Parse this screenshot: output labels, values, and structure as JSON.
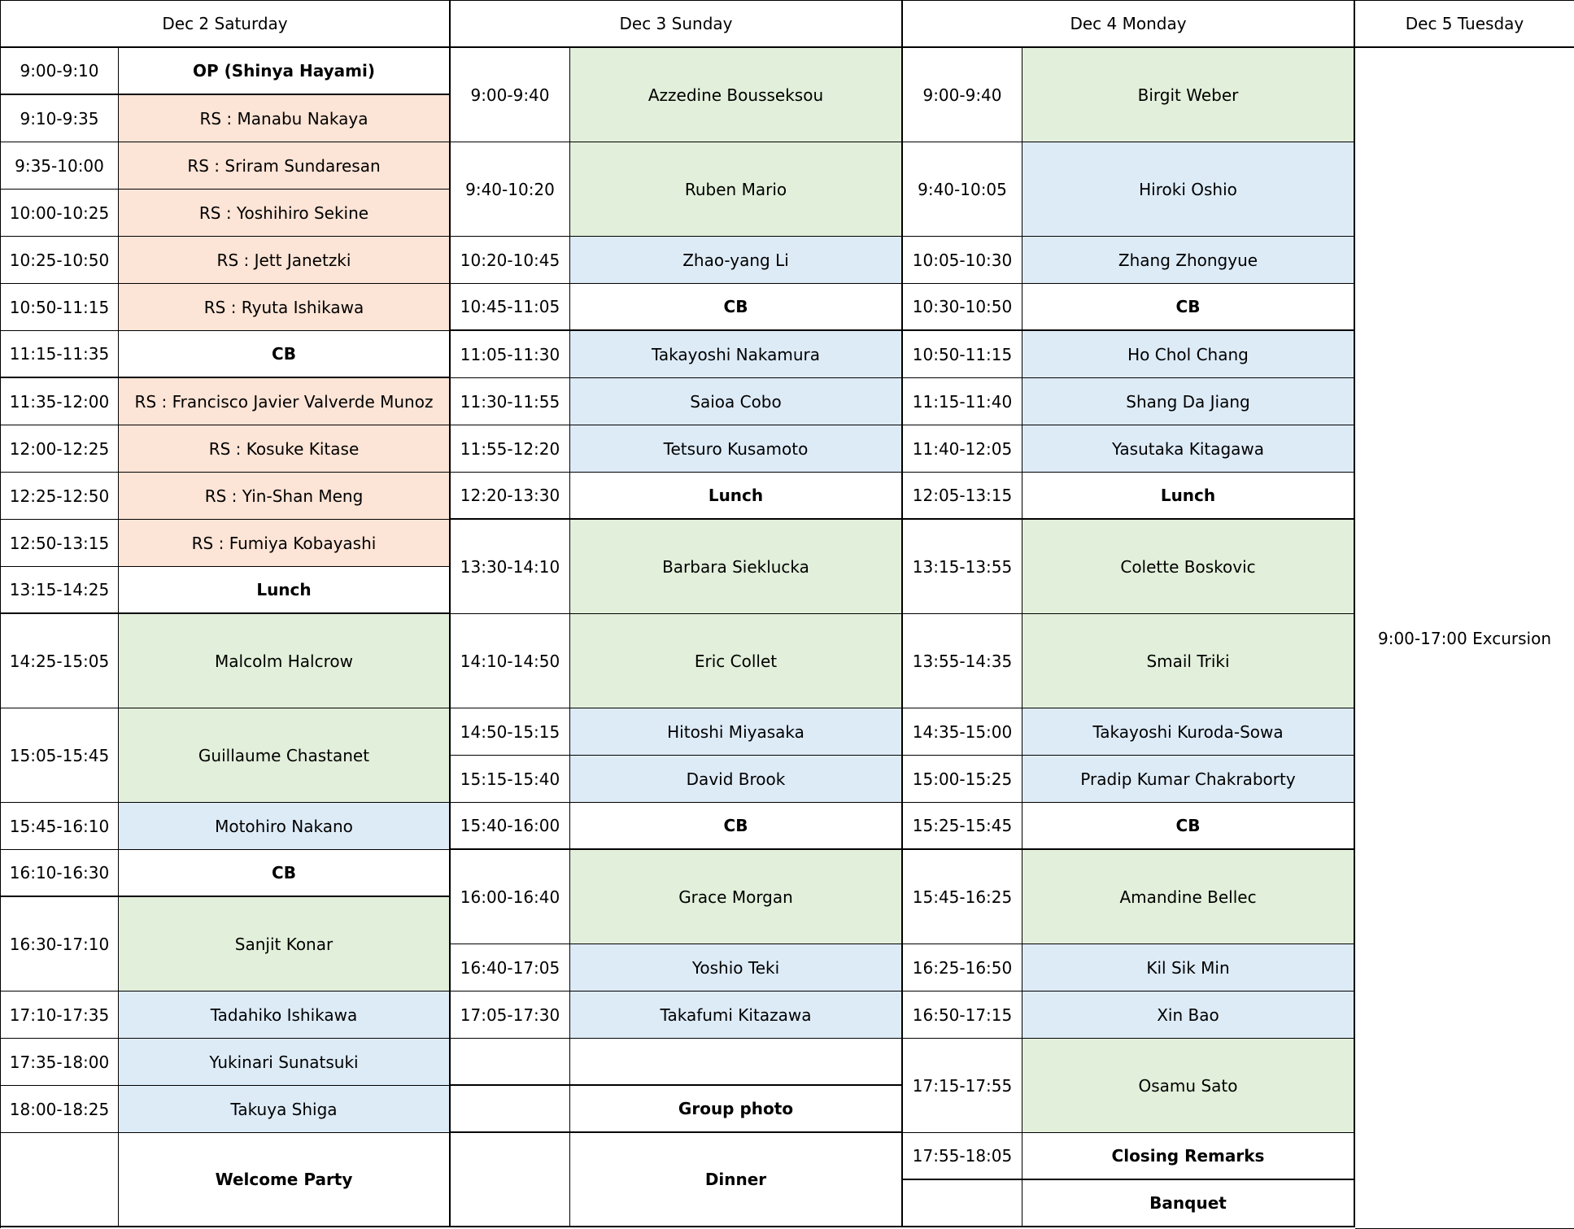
{
  "headers": [
    "Dec 2 Saturday",
    "Dec 3 Sunday",
    "Dec 4 Monday",
    "Dec 5 Tuesday"
  ],
  "colors": {
    "rs": "#fce4d6",
    "long_talk": "#e2efda",
    "short_talk": "#ddebf7",
    "break": "#ffffff"
  },
  "days": [
    {
      "rows": [
        {
          "time": "9:00-9:10",
          "title": "OP (Shinya Hayami)",
          "kind": "break",
          "span": 1
        },
        {
          "time": "9:10-9:35",
          "title": "RS : Manabu Nakaya",
          "kind": "rs",
          "span": 1
        },
        {
          "time": "9:35-10:00",
          "title": "RS : Sriram Sundaresan",
          "kind": "rs",
          "span": 1
        },
        {
          "time": "10:00-10:25",
          "title": "RS : Yoshihiro Sekine",
          "kind": "rs",
          "span": 1
        },
        {
          "time": "10:25-10:50",
          "title": "RS : Jett Janetzki",
          "kind": "rs",
          "span": 1
        },
        {
          "time": "10:50-11:15",
          "title": "RS : Ryuta Ishikawa",
          "kind": "rs",
          "span": 1
        },
        {
          "time": "11:15-11:35",
          "title": "CB",
          "kind": "break",
          "span": 1
        },
        {
          "time": "11:35-12:00",
          "title": "RS : Francisco Javier Valverde Munoz",
          "kind": "rs",
          "span": 1
        },
        {
          "time": "12:00-12:25",
          "title": "RS : Kosuke Kitase",
          "kind": "rs",
          "span": 1
        },
        {
          "time": "12:25-12:50",
          "title": "RS : Yin-Shan Meng",
          "kind": "rs",
          "span": 1
        },
        {
          "time": "12:50-13:15",
          "title": "RS : Fumiya Kobayashi",
          "kind": "rs",
          "span": 1
        },
        {
          "time": "13:15-14:25",
          "title": "Lunch",
          "kind": "break",
          "span": 1
        },
        {
          "time": "14:25-15:05",
          "title": "Malcolm Halcrow",
          "kind": "long_talk",
          "span": 2
        },
        {
          "time": "15:05-15:45",
          "title": "Guillaume Chastanet",
          "kind": "long_talk",
          "span": 2
        },
        {
          "time": "15:45-16:10",
          "title": "Motohiro Nakano",
          "kind": "short_talk",
          "span": 1
        },
        {
          "time": "16:10-16:30",
          "title": "CB",
          "kind": "break",
          "span": 1
        },
        {
          "time": "16:30-17:10",
          "title": "Sanjit Konar",
          "kind": "long_talk",
          "span": 2
        },
        {
          "time": "17:10-17:35",
          "title": "Tadahiko Ishikawa",
          "kind": "short_talk",
          "span": 1
        },
        {
          "time": "17:35-18:00",
          "title": "Yukinari Sunatsuki",
          "kind": "short_talk",
          "span": 1
        },
        {
          "time": "18:00-18:25",
          "title": "Takuya Shiga",
          "kind": "short_talk",
          "span": 1
        },
        {
          "time": "",
          "title": "Welcome Party",
          "kind": "break",
          "span": 2
        }
      ]
    },
    {
      "rows": [
        {
          "time": "9:00-9:40",
          "title": "Azzedine Bousseksou",
          "kind": "long_talk",
          "span": 2
        },
        {
          "time": "9:40-10:20",
          "title": "Ruben Mario",
          "kind": "long_talk",
          "span": 2
        },
        {
          "time": "10:20-10:45",
          "title": "Zhao-yang Li",
          "kind": "short_talk",
          "span": 1
        },
        {
          "time": "10:45-11:05",
          "title": "CB",
          "kind": "break",
          "span": 1
        },
        {
          "time": "11:05-11:30",
          "title": "Takayoshi Nakamura",
          "kind": "short_talk",
          "span": 1
        },
        {
          "time": "11:30-11:55",
          "title": "Saioa Cobo",
          "kind": "short_talk",
          "span": 1
        },
        {
          "time": "11:55-12:20",
          "title": "Tetsuro Kusamoto",
          "kind": "short_talk",
          "span": 1
        },
        {
          "time": "12:20-13:30",
          "title": "Lunch",
          "kind": "break",
          "span": 1
        },
        {
          "time": "13:30-14:10",
          "title": "Barbara Sieklucka",
          "kind": "long_talk",
          "span": 2
        },
        {
          "time": "14:10-14:50",
          "title": "Eric Collet",
          "kind": "long_talk",
          "span": 2
        },
        {
          "time": "14:50-15:15",
          "title": "Hitoshi Miyasaka",
          "kind": "short_talk",
          "span": 1
        },
        {
          "time": "15:15-15:40",
          "title": "David Brook",
          "kind": "short_talk",
          "span": 1
        },
        {
          "time": "15:40-16:00",
          "title": "CB",
          "kind": "break",
          "span": 1
        },
        {
          "time": "16:00-16:40",
          "title": "Grace Morgan",
          "kind": "long_talk",
          "span": 2
        },
        {
          "time": "16:40-17:05",
          "title": "Yoshio Teki",
          "kind": "short_talk",
          "span": 1
        },
        {
          "time": "17:05-17:30",
          "title": "Takafumi Kitazawa",
          "kind": "short_talk",
          "span": 1
        },
        {
          "time": "",
          "title": "",
          "kind": "break",
          "span": 1
        },
        {
          "time": "",
          "title": "Group photo",
          "kind": "break",
          "span": 1
        },
        {
          "time": "",
          "title": "Dinner",
          "kind": "break",
          "span": 2
        }
      ]
    },
    {
      "rows": [
        {
          "time": "9:00-9:40",
          "title": "Birgit Weber",
          "kind": "long_talk",
          "span": 2
        },
        {
          "time": "9:40-10:05",
          "title": "Hiroki Oshio",
          "kind": "short_talk",
          "span": 2
        },
        {
          "time": "10:05-10:30",
          "title": "Zhang Zhongyue",
          "kind": "short_talk",
          "span": 1
        },
        {
          "time": "10:30-10:50",
          "title": "CB",
          "kind": "break",
          "span": 1
        },
        {
          "time": "10:50-11:15",
          "title": "Ho Chol Chang",
          "kind": "short_talk",
          "span": 1
        },
        {
          "time": "11:15-11:40",
          "title": "Shang Da Jiang",
          "kind": "short_talk",
          "span": 1
        },
        {
          "time": "11:40-12:05",
          "title": "Yasutaka Kitagawa",
          "kind": "short_talk",
          "span": 1
        },
        {
          "time": "12:05-13:15",
          "title": "Lunch",
          "kind": "break",
          "span": 1
        },
        {
          "time": "13:15-13:55",
          "title": "Colette Boskovic",
          "kind": "long_talk",
          "span": 2
        },
        {
          "time": "13:55-14:35",
          "title": "Smail Triki",
          "kind": "long_talk",
          "span": 2
        },
        {
          "time": "14:35-15:00",
          "title": "Takayoshi Kuroda-Sowa",
          "kind": "short_talk",
          "span": 1
        },
        {
          "time": "15:00-15:25",
          "title": "Pradip Kumar Chakraborty",
          "kind": "short_talk",
          "span": 1
        },
        {
          "time": "15:25-15:45",
          "title": "CB",
          "kind": "break",
          "span": 1
        },
        {
          "time": "15:45-16:25",
          "title": "Amandine Bellec",
          "kind": "long_talk",
          "span": 2
        },
        {
          "time": "16:25-16:50",
          "title": "Kil Sik Min",
          "kind": "short_talk",
          "span": 1
        },
        {
          "time": "16:50-17:15",
          "title": "Xin Bao",
          "kind": "short_talk",
          "span": 1
        },
        {
          "time": "17:15-17:55",
          "title": "Osamu Sato",
          "kind": "long_talk",
          "span": 2
        },
        {
          "time": "17:55-18:05",
          "title": "Closing Remarks",
          "kind": "break",
          "span": 1
        },
        {
          "time": "",
          "title": "Banquet",
          "kind": "break",
          "span": 1
        }
      ]
    }
  ],
  "tuesday": {
    "label": "9:00-17:00  Excursion"
  }
}
